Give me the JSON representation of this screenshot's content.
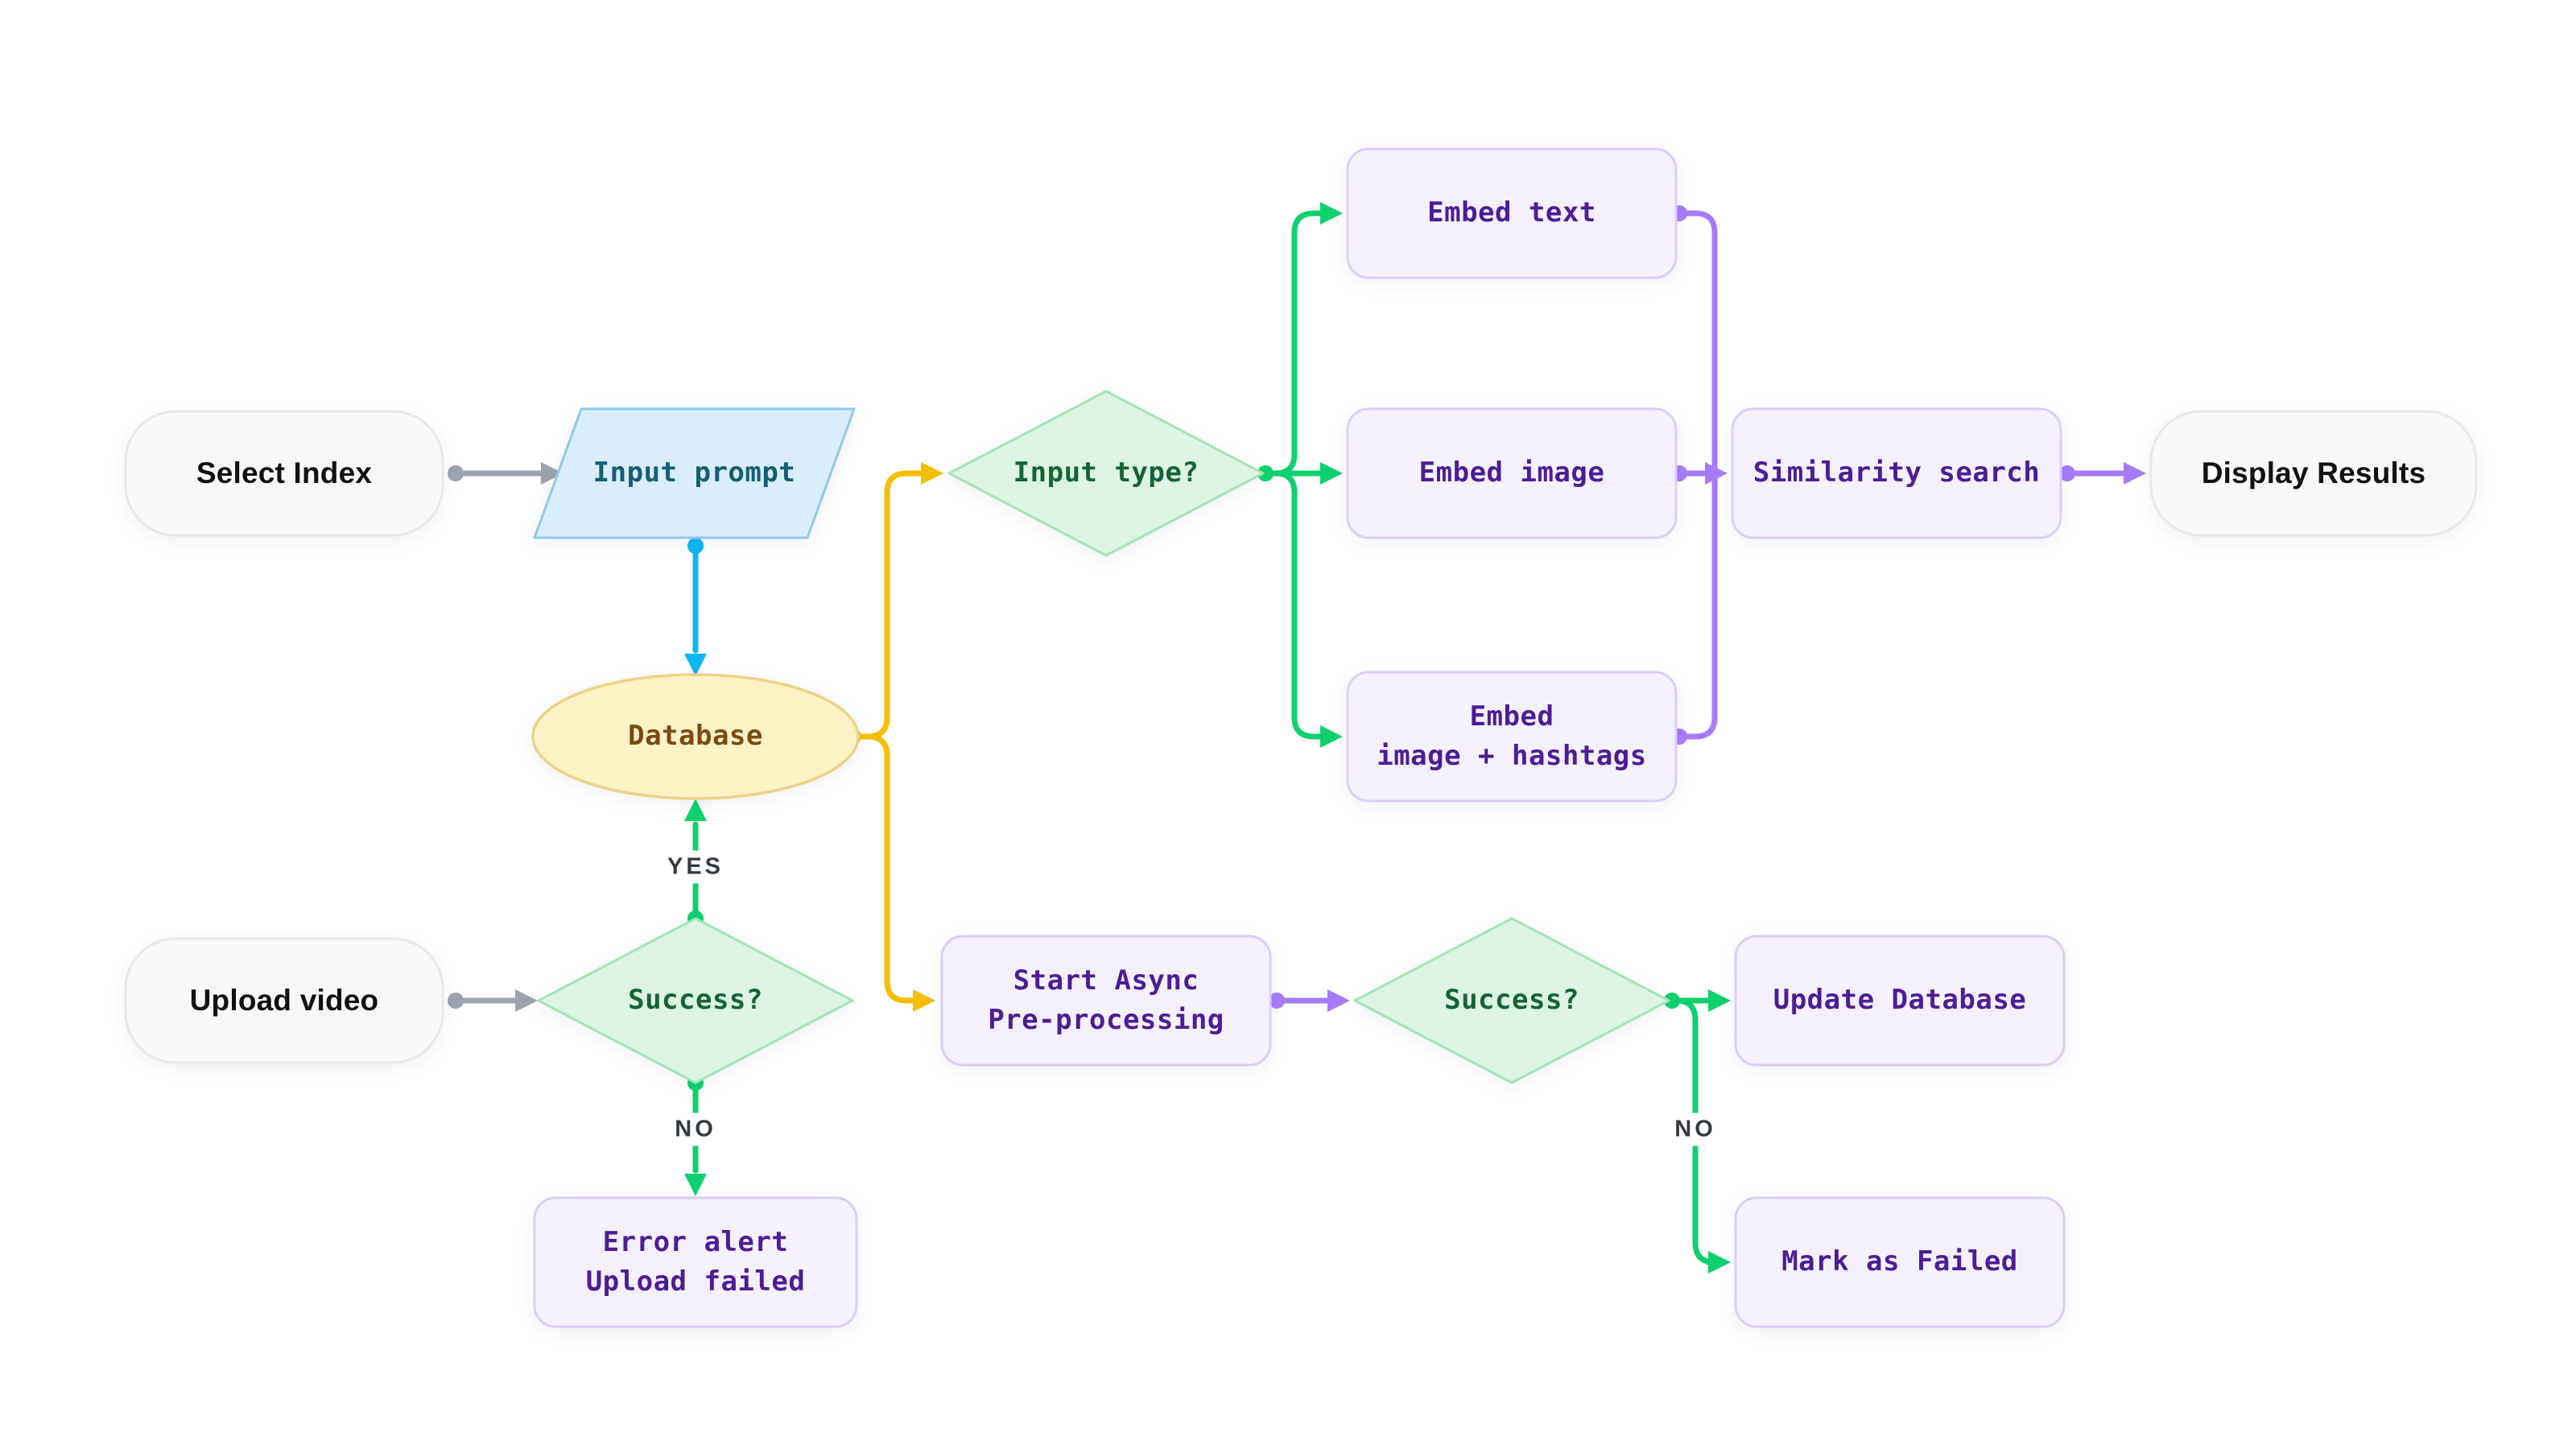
{
  "diagram": {
    "title": "video search and upload pipeline flowchart",
    "nodes": {
      "select_index": {
        "label": "Select Index",
        "type": "terminal"
      },
      "input_prompt": {
        "label": "Input prompt",
        "type": "io"
      },
      "input_type": {
        "label": "Input type?",
        "type": "decision"
      },
      "embed_text": {
        "label": "Embed text",
        "type": "process"
      },
      "embed_image": {
        "label": "Embed image",
        "type": "process"
      },
      "embed_image_hashtags": {
        "label": "Embed\nimage + hashtags",
        "type": "process"
      },
      "similarity_search": {
        "label": "Similarity search",
        "type": "process"
      },
      "display_results": {
        "label": "Display Results",
        "type": "terminal"
      },
      "database": {
        "label": "Database",
        "type": "database"
      },
      "upload_video": {
        "label": "Upload video",
        "type": "terminal"
      },
      "success_upload": {
        "label": "Success?",
        "type": "decision"
      },
      "error_alert": {
        "label": "Error alert\nUpload failed",
        "type": "process"
      },
      "start_async": {
        "label": "Start Async\nPre-processing",
        "type": "process"
      },
      "success_processing": {
        "label": "Success?",
        "type": "decision"
      },
      "update_database": {
        "label": "Update Database",
        "type": "process"
      },
      "mark_failed": {
        "label": "Mark as Failed",
        "type": "process"
      }
    },
    "edge_labels": {
      "yes_upload": "YES",
      "no_upload": "NO",
      "no_processing": "NO"
    }
  },
  "palette": {
    "edge_gray": "#9ca3af",
    "edge_blue": "#0db7f2",
    "edge_green": "#0ed16e",
    "edge_yellow": "#f7bd00",
    "edge_purple": "#a67bfa",
    "pill_fill": "#f8f8f9",
    "pill_border": "#e7e8ea",
    "pill_text": "#111113",
    "box_fill": "#f4f1fd",
    "box_border": "#dccdf8",
    "box_text": "#4c1d95",
    "decision_fill": "#ddf4e4",
    "decision_border": "#a6e3b8",
    "decision_text": "#156434",
    "io_fill": "#d9edfb",
    "io_border": "#8fc9ed",
    "io_text": "#155e75",
    "db_fill": "#fbf3c5",
    "db_border": "#ecd387",
    "db_text": "#7c4a12",
    "label_text": "#343a40"
  }
}
